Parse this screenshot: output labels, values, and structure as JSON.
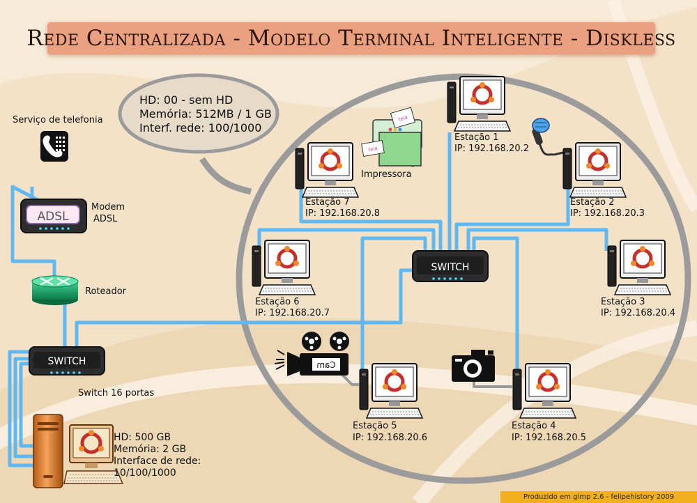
{
  "title": "Rede Centralizada - Modelo Terminal Inteligente - Diskless",
  "callout": {
    "lines": [
      "HD: 00 - sem HD",
      "Memória: 512MB / 1 GB",
      "Interf. rede: 100/1000"
    ]
  },
  "telephony_label": "Serviço de telefonia",
  "modem": {
    "screen_text": "ADSL",
    "label_line1": "Modem",
    "label_line2": "ADSL"
  },
  "router_label": "Roteador",
  "switch_main": {
    "text": "SWITCH",
    "caption": "Switch 16 portas"
  },
  "switch_center": {
    "text": "SWITCH"
  },
  "printer_label": "Impressora",
  "paper_text": "teia",
  "camcorder_text": "Cam",
  "stations": [
    {
      "name": "Estação 1",
      "ip": "IP: 192.168.20.2"
    },
    {
      "name": "Estação 2",
      "ip": "IP: 192.168.20.3"
    },
    {
      "name": "Estação 3",
      "ip": "IP: 192.168.20.4"
    },
    {
      "name": "Estação 4",
      "ip": "IP: 192.168.20.5"
    },
    {
      "name": "Estação 5",
      "ip": "IP: 192.168.20.6"
    },
    {
      "name": "Estação 6",
      "ip": "IP: 192.168.20.7"
    },
    {
      "name": "Estação 7",
      "ip": "IP: 192.168.20.8"
    }
  ],
  "server": {
    "lines": [
      "HD: 500 GB",
      "Memória: 2 GB",
      "Interface de rede:",
      "10/100/1000"
    ]
  },
  "footer": "Produzido em gimp 2.6 - felipehistory 2009",
  "colors": {
    "cable": "#5fb8f2",
    "ring": "#9b9b9b",
    "background": "#f3e2c8",
    "title_bar": "#eba07f",
    "footer": "#f2b01e"
  }
}
